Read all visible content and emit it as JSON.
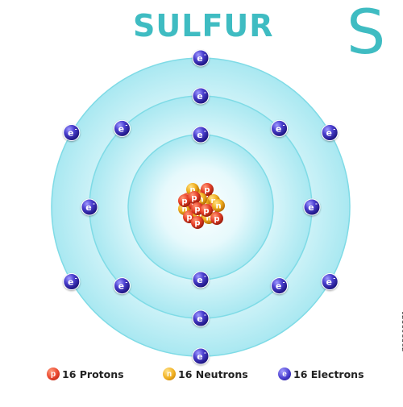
{
  "title": "SULFUR",
  "symbol": "S",
  "stock_id": "795202571",
  "particle_labels": {
    "proton": "p",
    "neutron": "n",
    "electron": "e"
  },
  "electron_shells": [
    {
      "shell": 1,
      "electrons": 2
    },
    {
      "shell": 2,
      "electrons": 8
    },
    {
      "shell": 3,
      "electrons": 6
    }
  ],
  "legend": [
    {
      "symbol": "p",
      "label": "16 Protons",
      "color": "#e8432b"
    },
    {
      "symbol": "n",
      "label": "16 Neutrons",
      "color": "#e8a21a"
    },
    {
      "symbol": "e",
      "label": "16 Electrons",
      "color": "#4b3fd0"
    }
  ],
  "colors": {
    "accent": "#3fbcc2",
    "shell_ring": "#7fdbe6",
    "electron": "#4b3fd0",
    "proton": "#e8432b",
    "neutron": "#f0b020"
  }
}
